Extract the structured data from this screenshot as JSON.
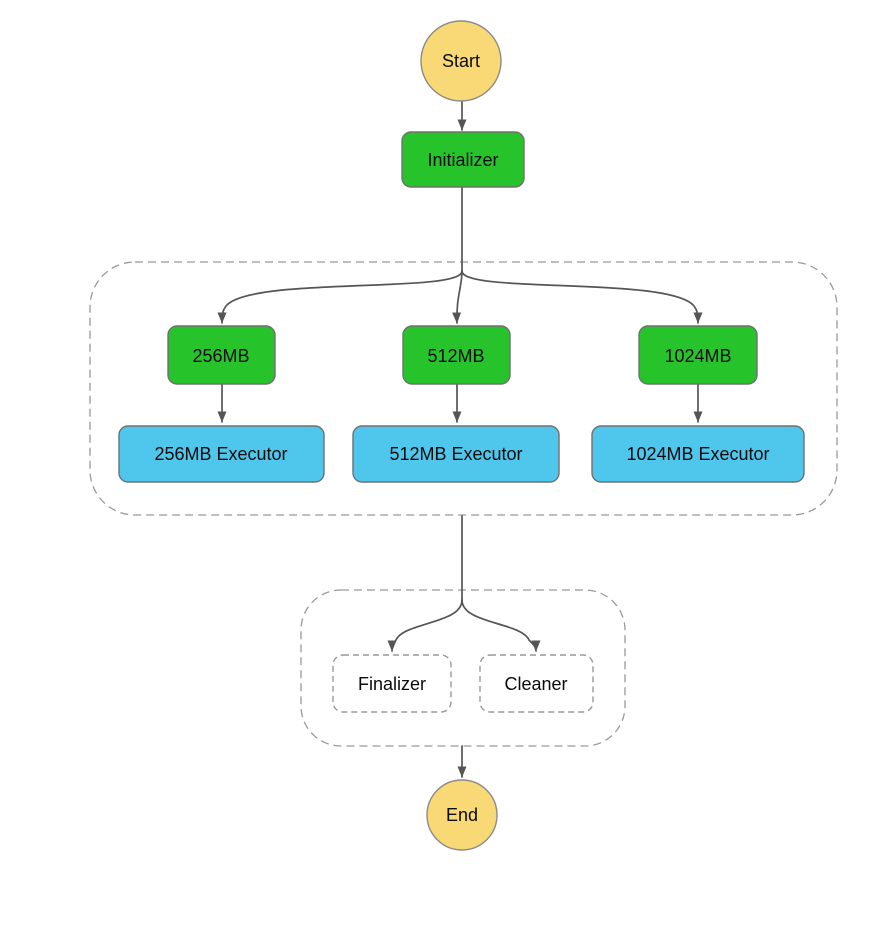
{
  "colors": {
    "canvas_bg": "#ffffff",
    "terminal_fill": "#f9d876",
    "terminal_stroke": "#8b8b8b",
    "task_fill": "#27c32b",
    "task_stroke": "#707070",
    "executor_fill": "#4fc7ec",
    "executor_stroke": "#707070",
    "optional_fill": "#ffffff",
    "optional_stroke": "#999999",
    "cluster_stroke": "#999999",
    "edge": "#555555",
    "label": "#0b0b0b"
  },
  "nodes": {
    "start": {
      "label": "Start"
    },
    "initializer": {
      "label": "Initializer"
    },
    "task_256": {
      "label": "256MB"
    },
    "task_512": {
      "label": "512MB"
    },
    "task_1024": {
      "label": "1024MB"
    },
    "executor_256": {
      "label": "256MB Executor"
    },
    "executor_512": {
      "label": "512MB Executor"
    },
    "executor_1024": {
      "label": "1024MB Executor"
    },
    "finalizer": {
      "label": "Finalizer"
    },
    "cleaner": {
      "label": "Cleaner"
    },
    "end": {
      "label": "End"
    }
  },
  "edges": [
    {
      "from": "Start",
      "to": "Initializer"
    },
    {
      "from": "Initializer",
      "to": "256MB"
    },
    {
      "from": "Initializer",
      "to": "512MB"
    },
    {
      "from": "Initializer",
      "to": "1024MB"
    },
    {
      "from": "256MB",
      "to": "256MB Executor"
    },
    {
      "from": "512MB",
      "to": "512MB Executor"
    },
    {
      "from": "1024MB",
      "to": "1024MB Executor"
    },
    {
      "from": "memory-cluster",
      "to": "finalize-cluster"
    },
    {
      "from": "finalize-cluster-entry",
      "to": "Finalizer"
    },
    {
      "from": "finalize-cluster-entry",
      "to": "Cleaner"
    },
    {
      "from": "finalize-cluster",
      "to": "End"
    }
  ]
}
